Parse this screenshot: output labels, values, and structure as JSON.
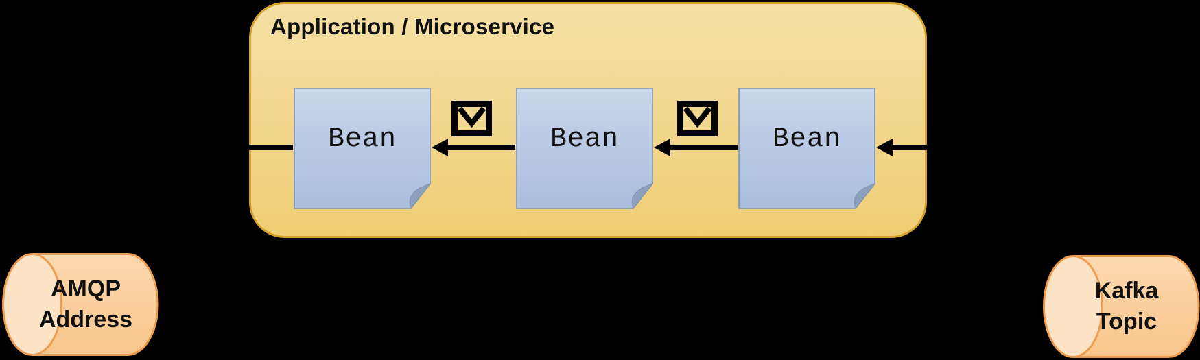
{
  "diagram": {
    "application": {
      "title": "Application / Microservice",
      "beans": [
        "Bean",
        "Bean",
        "Bean"
      ]
    },
    "queues": {
      "amqp": {
        "line1": "AMQP",
        "line2": "Address"
      },
      "kafka": {
        "line1": "Kafka",
        "line2": "Topic"
      }
    },
    "colors": {
      "background": "#000000",
      "app_box_fill_top": "#F5E0A6",
      "app_box_fill_bottom": "#EFCD74",
      "app_box_border": "#D4A12D",
      "bean_fill_top": "#C9D5EA",
      "bean_fill_bottom": "#A9BDDC",
      "bean_border": "#7E93B6",
      "bean_fold": "#8CA0BE",
      "cylinder_fill_top": "#FCD8AF",
      "cylinder_fill_bottom": "#F9C68C",
      "cylinder_cap": "#FCE3C6",
      "cylinder_border": "#EE9D4F",
      "arrow": "#000000",
      "text": "#111111"
    }
  }
}
